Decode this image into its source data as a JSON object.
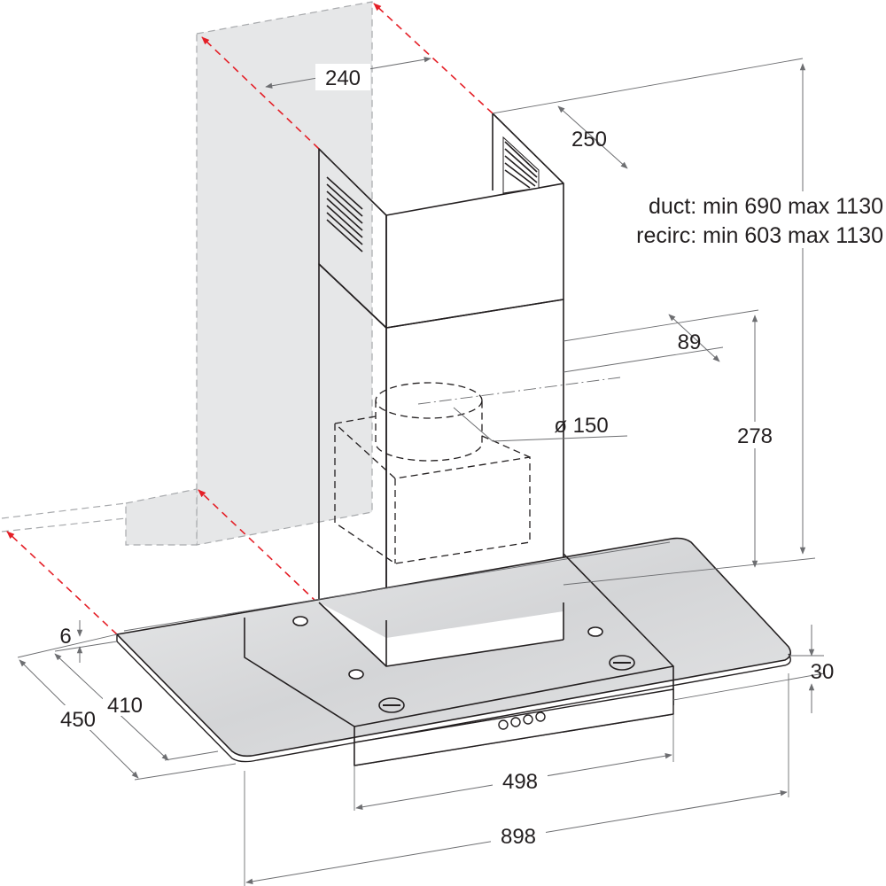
{
  "diagram": {
    "note": {
      "line1": "duct: min 690 max 1130",
      "line2": "recirc: min 603 max 1130"
    },
    "dimensions": {
      "chimney_width": "240",
      "chimney_depth": "250",
      "chimney_offset": "89",
      "duct_diameter": "ø 150",
      "motor_height": "278",
      "glass_thickness": "6",
      "canopy_height": "30",
      "depth_inner": "410",
      "depth_outer": "450",
      "body_width": "498",
      "glass_width": "898"
    },
    "colors": {
      "outline": "#231f20",
      "dimension_line": "#6d6e71",
      "wall_fill": "#e6e7e8",
      "glass_fill": "#dcdddf",
      "red_arrow": "#e41e26"
    }
  }
}
